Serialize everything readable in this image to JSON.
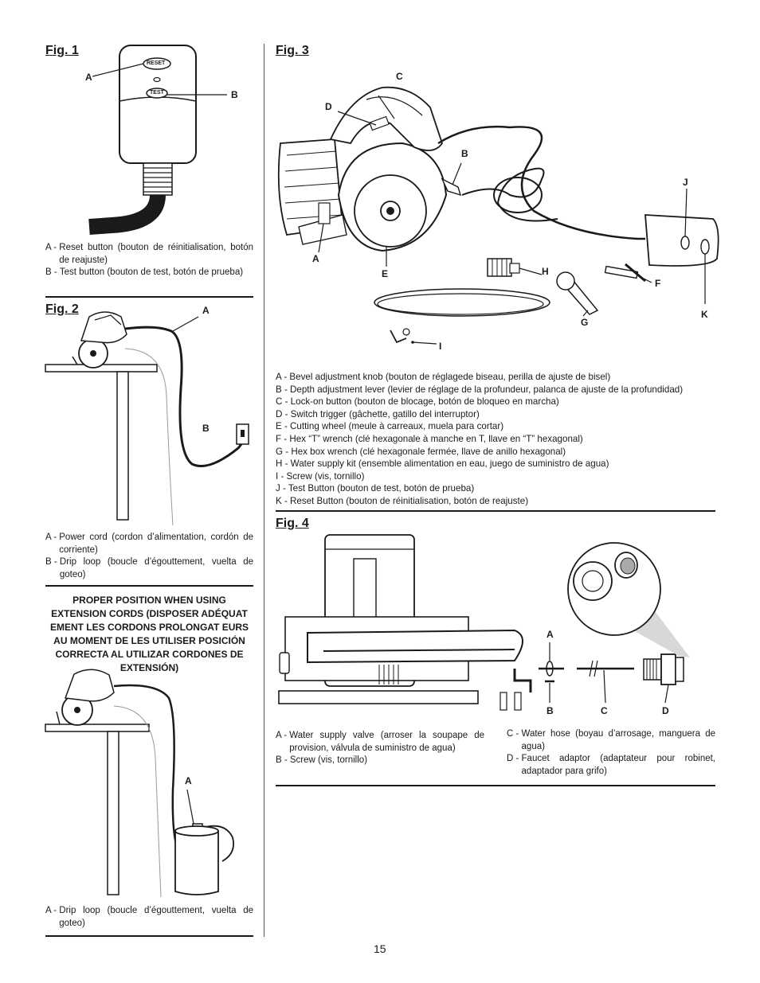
{
  "page_number": "15",
  "fig1": {
    "title": "Fig. 1",
    "reset_label": "RESET",
    "test_label": "TEST",
    "callouts": {
      "a": "A",
      "b": "B"
    },
    "legend": [
      {
        "key": "A - ",
        "text": "Reset button (bouton de réinitialisation, botón de reajuste)"
      },
      {
        "key": "B - ",
        "text": "Test button (bouton de test, botón de prueba)"
      }
    ]
  },
  "fig2": {
    "title": "Fig. 2",
    "callouts": {
      "a": "A",
      "b": "B"
    },
    "legend": [
      {
        "key": "A - ",
        "text": "Power cord (cordon d’alimentation, cordón de corriente)"
      },
      {
        "key": "B - ",
        "text": "Drip loop (boucle d’égouttement, vuelta de goteo)"
      }
    ]
  },
  "warning": {
    "text": "PROPER POSITION WHEN USING EXTENSION CORDS (DISPOSER ADÉQUAT EMENT LES CORDONS PROLONGAT EURS AU MOMENT DE LES UTILISER POSICIÓN CORRECTA AL UTILIZAR CORDONES DE EXTENSIÓN)"
  },
  "fig_ext": {
    "callouts": {
      "a": "A"
    },
    "legend": [
      {
        "key": "A - ",
        "text": "Drip loop (boucle d’égouttement, vuelta de goteo)"
      }
    ]
  },
  "fig3": {
    "title": "Fig. 3",
    "callouts": {
      "a": "A",
      "b": "B",
      "c": "C",
      "d": "D",
      "e": "E",
      "f": "F",
      "g": "G",
      "h": "H",
      "i": "I",
      "j": "J",
      "k": "K"
    },
    "legend": [
      "A - Bevel adjustment knob (bouton de réglagede biseau, perilla de ajuste de bisel)",
      "B - Depth adjustment lever (levier de réglage de la profundeur, palanca de ajuste de la profundidad)",
      "C - Lock-on button (bouton de blocage, botón de bloqueo en marcha)",
      "D - Switch trigger (gâchette, gatillo del interruptor)",
      "E - Cutting wheel (meule à carreaux, muela para cortar)",
      "F - Hex “T” wrench (clé hexagonale à manche en T, llave en “T” hexagonal)",
      "G - Hex box wrench (clé hexagonale fermée, llave de anillo hexagonal)",
      "H - Water supply kit (ensemble alimentation en eau, juego de suministro de agua)",
      "I  - Screw (vis, tornillo)",
      "J - Test Button (bouton de test, botón de prueba)",
      "K - Reset Button (bouton de réinitialisation, botón de reajuste)"
    ]
  },
  "fig4": {
    "title": "Fig. 4",
    "callouts": {
      "a": "A",
      "b": "B",
      "c": "C",
      "d": "D"
    },
    "legend_left": [
      {
        "key": "A - ",
        "text": "Water supply valve (arroser la soupape de provision, válvula de suministro de agua)"
      },
      {
        "key": "B - ",
        "text": "Screw (vis, tornillo)"
      }
    ],
    "legend_right": [
      {
        "key": "C - ",
        "text": "Water hose (boyau d’arrosage, manguera de agua)"
      },
      {
        "key": "D - ",
        "text": "Faucet adaptor (adaptateur pour robinet, adaptador para grifo)"
      }
    ]
  }
}
